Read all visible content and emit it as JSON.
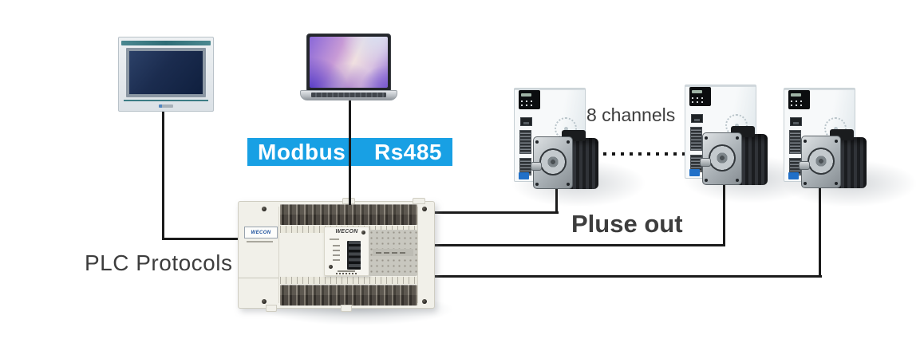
{
  "labels": {
    "modbus_word1": "Modbus",
    "modbus_word2": "Rs485",
    "plc_protocols": "PLC Protocols",
    "pulse_out": "Pluse out",
    "channels": "8 channels"
  },
  "plc": {
    "brand": "WECON",
    "side_label": "WECON"
  },
  "colors": {
    "banner": "#18a0e4",
    "wire": "#1b1b1b",
    "text": "#3d3d3d",
    "teal": "#3d7d85",
    "hmi_screen": "#1b2c4f",
    "plc_body": "#f1f0e9",
    "drive_body": "#f6f8f9",
    "motor_body": "#232528",
    "logo_blue": "#2170c8"
  }
}
